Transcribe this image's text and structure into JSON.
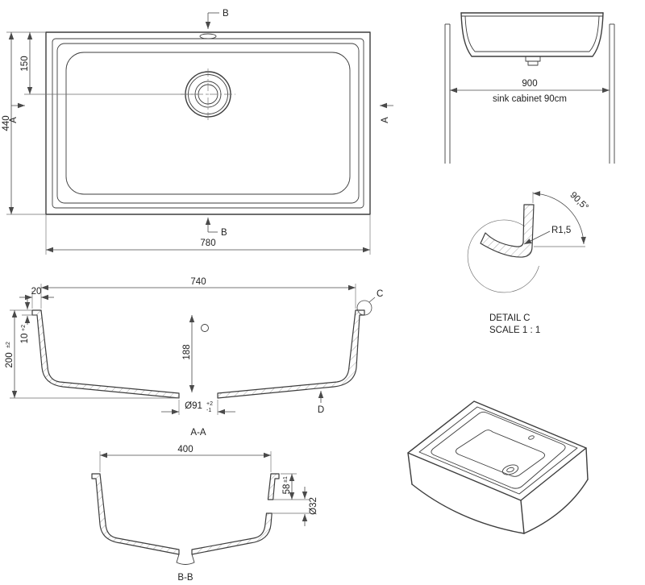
{
  "plan": {
    "width": "780",
    "height": "440",
    "drain_offset": "150",
    "marker_a": "A",
    "marker_b": "B"
  },
  "elevation": {
    "cabinet_width": "900",
    "cabinet_note": "sink cabinet 90cm"
  },
  "detail_c": {
    "angle": "90,5°",
    "radius": "R1,5",
    "title": "DETAIL C",
    "scale": "SCALE 1 : 1"
  },
  "section_aa": {
    "title": "A-A",
    "top_width": "740",
    "flange_width": "20",
    "total_height": "200",
    "total_height_tol": "±2",
    "rim_thickness": "10",
    "rim_thickness_tol": "+2",
    "bowl_depth": "188",
    "drain_diameter": "Ø91",
    "drain_tol_plus": "+2",
    "drain_tol_minus": "-1",
    "detail_c_marker": "C",
    "detail_d_marker": "D"
  },
  "section_bb": {
    "title": "B-B",
    "top_width": "400",
    "overflow_offset": "58",
    "overflow_offset_tol": "±1",
    "overflow_diameter": "Ø32"
  }
}
